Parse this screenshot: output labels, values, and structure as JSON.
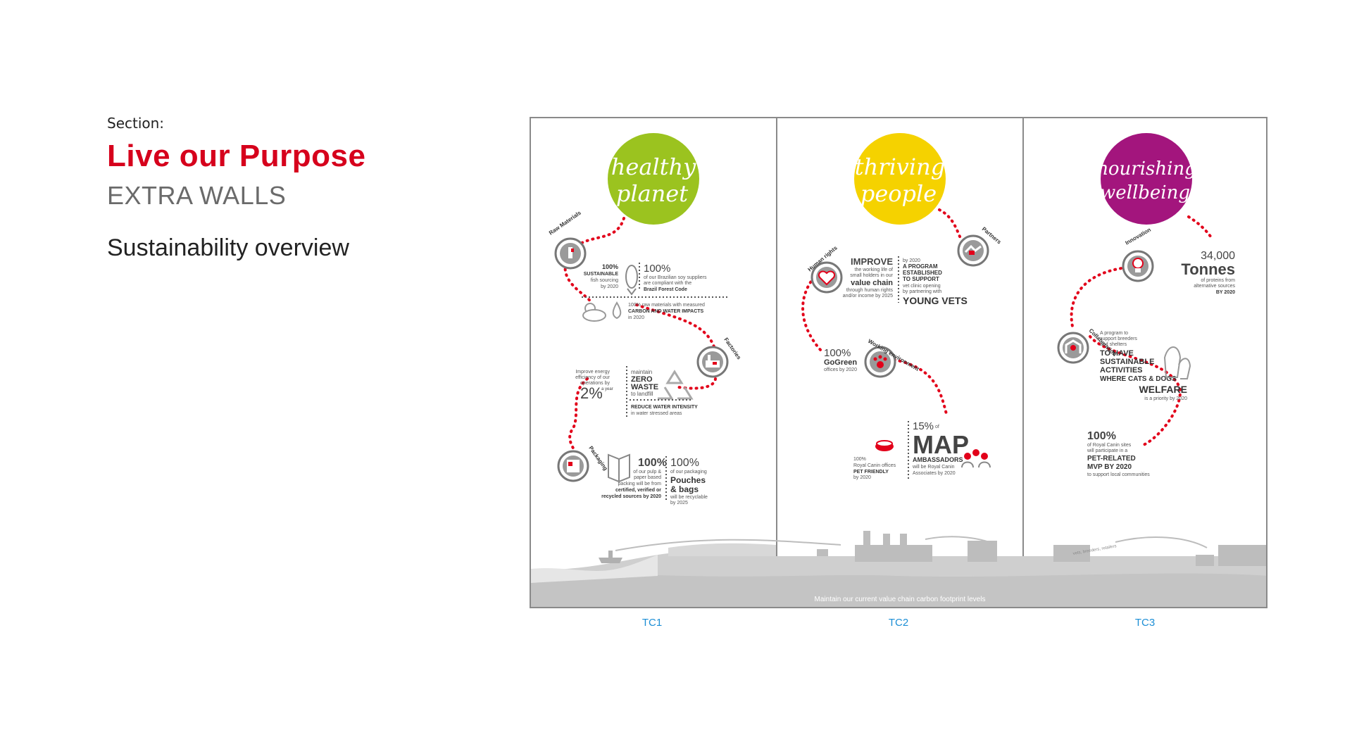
{
  "section": {
    "kicker": "Section:",
    "title": "Live our Purpose",
    "subtitle": "EXTRA WALLS",
    "description": "Sustainability overview"
  },
  "colors": {
    "brand_red": "#d6001c",
    "green": "#9bc31f",
    "yellow": "#f5d200",
    "purple": "#a3157d",
    "label_blue": "#1d8fd6",
    "gray": "#c8c8c8"
  },
  "panels": [
    {
      "label": "TC1",
      "circle_line1": "healthy",
      "circle_line2": "planet",
      "raw_materials": "Raw Materials",
      "fish_pct": "100%",
      "fish_l1": "SUSTAINABLE",
      "fish_l2": "fish sourcing",
      "fish_l3": "by 2020",
      "soy_pct": "100%",
      "soy_l1": "of our Brazilian soy suppliers",
      "soy_l2": "are compliant with the",
      "soy_l3": "Brazil Forest Code",
      "impact_l1": "100% raw materials with measured",
      "impact_l2": "CARBON AND WATER IMPACTS",
      "impact_l3": "in 2020",
      "factories": "Factories",
      "energy_l1": "Improve energy",
      "energy_l2": "efficiency of our",
      "energy_l3": "operations by",
      "energy_pct": "2%",
      "energy_unit": "a year",
      "waste_l1": "maintain",
      "waste_l2": "ZERO",
      "waste_l3": "WASTE",
      "waste_l4": "to landfill",
      "water_l1": "REDUCE WATER INTENSITY",
      "water_l2": "in water stressed areas",
      "packaging": "Packaging",
      "pulp_pct": "100%",
      "pulp_l1": "of our pulp &",
      "pulp_l2": "paper based",
      "pulp_l3": "packing will be from",
      "pulp_l4": "certified, verified or",
      "pulp_l5": "recycled sources by 2020",
      "pouch_pct": "100%",
      "pouch_l1": "of our packaging",
      "pouch_l2": "Pouches",
      "pouch_l3": "& bags",
      "pouch_l4": "will be recyclable",
      "pouch_l5": "by 2025"
    },
    {
      "label": "TC2",
      "circle_line1": "thriving",
      "circle_line2": "people",
      "partners": "Partners",
      "human_rights": "Human rights",
      "improve_l1": "IMPROVE",
      "improve_l2": "the working life of",
      "improve_l3": "small holders in our",
      "improve_l4": "value chain",
      "improve_l5": "through human rights",
      "improve_l6": "and/or income by 2025",
      "vets_l1": "by 2020",
      "vets_l2": "A PROGRAM",
      "vets_l3": "ESTABLISHED",
      "vets_l4": "TO SUPPORT",
      "vets_l5": "vet clinic opening",
      "vets_l6": "by partnering with",
      "vets_l7": "YOUNG VETS",
      "working_env": "Working environment",
      "gogreen_pct": "100%",
      "gogreen_l1": "GoGreen",
      "gogreen_l2": "offices by 2020",
      "petfriendly_l1": "100%",
      "petfriendly_l2": "Royal Canin offices",
      "petfriendly_l3": "PET FRIENDLY",
      "petfriendly_l4": "by 2020",
      "map_pct": "15%",
      "map_of": "of",
      "map_big": "MAP",
      "map_l1": "AMBASSADORS",
      "map_l2": "will be Royal Canin",
      "map_l3": "Associates by 2020"
    },
    {
      "label": "TC3",
      "circle_line1": "nourishing",
      "circle_line2": "wellbeing",
      "innovation": "Innovation",
      "tonnes_num": "34,000",
      "tonnes_big": "Tonnes",
      "tonnes_l1": "of proteins from",
      "tonnes_l2": "alternative sources",
      "tonnes_l3": "BY 2020",
      "collaboration": "Collaboration",
      "breeders_l1": "A program to",
      "breeders_l2": "support breeders",
      "breeders_l3": "and shelters",
      "breeders_l4": "TO HAVE",
      "breeders_l5": "SUSTAINABLE",
      "breeders_l6": "ACTIVITIES",
      "breeders_l7": "WHERE CATS & DOGS",
      "breeders_l8": "WELFARE",
      "breeders_l9": "is a priority by 2020",
      "mvp_pct": "100%",
      "mvp_l1": "of Royal Canin sites",
      "mvp_l2": "will participate in a",
      "mvp_l3": "PET-RELATED",
      "mvp_l4": "MVP BY 2020",
      "mvp_l5": "to support local communities",
      "road_sign": "vets, breeders, retailers"
    }
  ],
  "footer_line": "Maintain our current value chain carbon footprint levels",
  "icons": [
    "fish-icon",
    "cloud-sun-icon",
    "water-drop-icon",
    "factory-icon",
    "recycle-icon",
    "book-icon",
    "package-icon",
    "heart-icon",
    "handshake-icon",
    "paw-icon",
    "dog-bowl-icon",
    "people-group-icon",
    "lightbulb-icon",
    "collaboration-icon",
    "cat-dog-icon"
  ]
}
